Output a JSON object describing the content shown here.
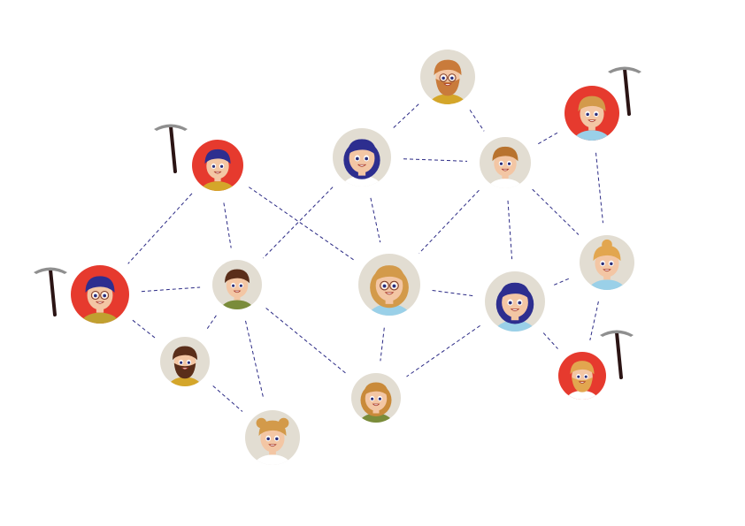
{
  "colors": {
    "background": "#ffffff",
    "edge": "#2b2a85",
    "miner_ring": "#e63a2e",
    "neutral_ring": "#e2ddd2",
    "skin": "#f3c6a4",
    "eye": "#2b2f7a",
    "pick_head": "#8f8f8f",
    "pick_handle": "#2b1414"
  },
  "people": [
    {
      "id": "p1",
      "ring": "neutral",
      "hair": "#c97b3b",
      "hair_style": "curly-beard",
      "beard": true,
      "glasses": true,
      "shirt": "#d4a62a",
      "pickaxe": false
    },
    {
      "id": "p2",
      "ring": "miner",
      "hair": "#d39a4a",
      "hair_style": "short",
      "beard": false,
      "glasses": false,
      "shirt": "#9ad0e8",
      "pickaxe": true
    },
    {
      "id": "p3",
      "ring": "neutral",
      "hair": "#2d2e8f",
      "hair_style": "long-curly",
      "beard": false,
      "glasses": false,
      "shirt": "#ffffff",
      "pickaxe": false
    },
    {
      "id": "p4",
      "ring": "neutral",
      "hair": "#b8732f",
      "hair_style": "curly",
      "beard": false,
      "glasses": false,
      "shirt": "#ffffff",
      "pickaxe": false
    },
    {
      "id": "p5",
      "ring": "miner",
      "hair": "#2d2e8f",
      "hair_style": "short",
      "beard": false,
      "glasses": false,
      "shirt": "#d4a62a",
      "pickaxe": true
    },
    {
      "id": "p6",
      "ring": "neutral",
      "hair": "#e2a64f",
      "hair_style": "bun",
      "beard": false,
      "glasses": false,
      "shirt": "#9ad0e8",
      "pickaxe": false
    },
    {
      "id": "p7",
      "ring": "miner",
      "hair": "#2d2e8f",
      "hair_style": "short",
      "beard": false,
      "glasses": true,
      "shirt": "#c0a030",
      "pickaxe": true
    },
    {
      "id": "p8",
      "ring": "neutral",
      "hair": "#5a2e1a",
      "hair_style": "curly",
      "beard": false,
      "glasses": false,
      "shirt": "#7a8c3a",
      "pickaxe": false
    },
    {
      "id": "p9",
      "ring": "neutral",
      "hair": "#d39a4a",
      "hair_style": "long",
      "beard": false,
      "glasses": true,
      "shirt": "#9ad0e8",
      "pickaxe": false
    },
    {
      "id": "p10",
      "ring": "neutral",
      "hair": "#2d2e8f",
      "hair_style": "bob",
      "beard": false,
      "glasses": false,
      "shirt": "#9ad0e8",
      "pickaxe": false
    },
    {
      "id": "p11",
      "ring": "neutral",
      "hair": "#5a2e1a",
      "hair_style": "short",
      "beard": true,
      "glasses": false,
      "shirt": "#d4a62a",
      "pickaxe": false
    },
    {
      "id": "p12",
      "ring": "neutral",
      "hair": "#c98a3a",
      "hair_style": "long",
      "beard": false,
      "glasses": false,
      "shirt": "#7a8c3a",
      "pickaxe": false
    },
    {
      "id": "p13",
      "ring": "miner",
      "hair": "#e2a64f",
      "hair_style": "short",
      "beard": true,
      "glasses": false,
      "shirt": "#ffffff",
      "pickaxe": true
    },
    {
      "id": "p14",
      "ring": "neutral",
      "hair": "#d39a4a",
      "hair_style": "buns",
      "beard": false,
      "glasses": false,
      "shirt": "#ffffff",
      "pickaxe": false
    }
  ],
  "edges": [
    [
      "p1",
      "p3"
    ],
    [
      "p1",
      "p4"
    ],
    [
      "p3",
      "p4"
    ],
    [
      "p4",
      "p2"
    ],
    [
      "p5",
      "p7"
    ],
    [
      "p5",
      "p8"
    ],
    [
      "p5",
      "p9"
    ],
    [
      "p3",
      "p8"
    ],
    [
      "p3",
      "p9"
    ],
    [
      "p4",
      "p9"
    ],
    [
      "p4",
      "p10"
    ],
    [
      "p4",
      "p6"
    ],
    [
      "p2",
      "p6"
    ],
    [
      "p7",
      "p8"
    ],
    [
      "p7",
      "p11"
    ],
    [
      "p8",
      "p11"
    ],
    [
      "p8",
      "p14"
    ],
    [
      "p8",
      "p12"
    ],
    [
      "p9",
      "p10"
    ],
    [
      "p9",
      "p12"
    ],
    [
      "p10",
      "p12"
    ],
    [
      "p10",
      "p6"
    ],
    [
      "p11",
      "p14"
    ],
    [
      "p6",
      "p13"
    ],
    [
      "p10",
      "p13"
    ]
  ]
}
